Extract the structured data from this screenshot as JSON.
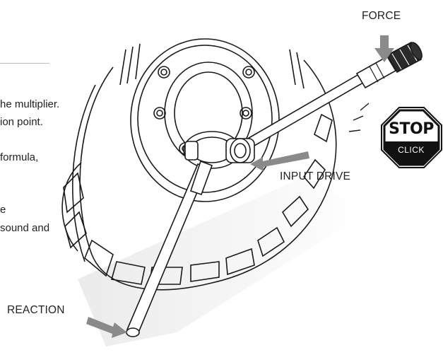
{
  "intro_text_lines": [
    "he multiplier.",
    "ion point.",
    "formula,",
    "e",
    "sound and"
  ],
  "callouts": {
    "force": "FORCE",
    "input_drive": "INPUT DRIVE",
    "reaction": "REACTION"
  },
  "stop_sign": {
    "word": "STOP",
    "sub": "CLICK"
  },
  "colors": {
    "line": "#1a1a1a",
    "arrow_gray": "#8a8a8a",
    "stop_fill": "#111111",
    "ground_shadow": "#d9d9d9"
  }
}
